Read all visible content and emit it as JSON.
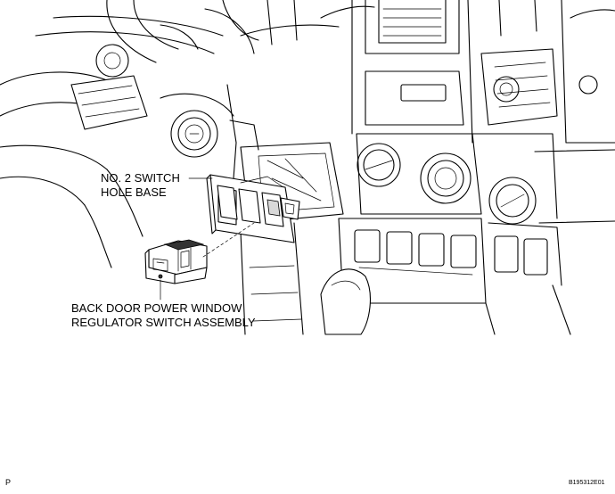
{
  "labels": {
    "switch_base_line1": "NO. 2 SWITCH",
    "switch_base_line2": "HOLE BASE",
    "switch_assembly_line1": "BACK DOOR POWER WINDOW",
    "switch_assembly_line2": "REGULATOR SWITCH ASSEMBLY"
  },
  "footer": {
    "left_code": "P",
    "right_code": "B195312E01"
  },
  "icons": {
    "dashboard": "dashboard-line-art-icon",
    "switch_base": "switch-hole-base-icon",
    "switch_assembly": "window-switch-assembly-icon"
  }
}
